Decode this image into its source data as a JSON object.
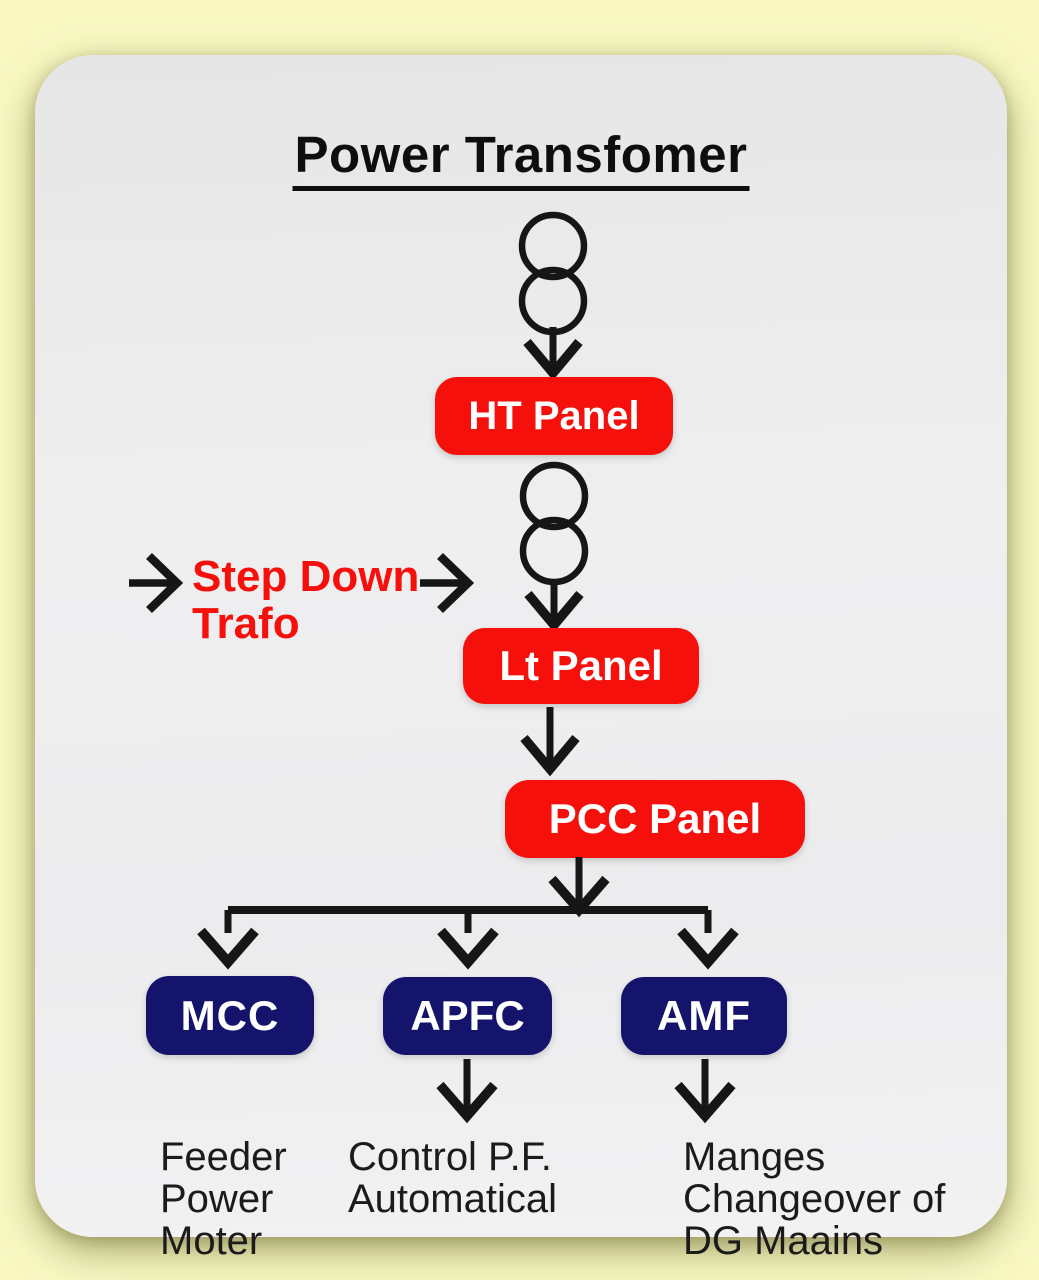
{
  "title": "Power Transfomer",
  "nodes": {
    "ht_panel": {
      "label": "HT Panel"
    },
    "lt_panel": {
      "label": "Lt Panel"
    },
    "pcc_panel": {
      "label": "PCC Panel"
    },
    "mcc": {
      "label": "MCC",
      "description": [
        "Feeder",
        "Power",
        "Moter"
      ]
    },
    "apfc": {
      "label": "APFC",
      "description": [
        "Control P.F.",
        "Automatical"
      ]
    },
    "amf": {
      "label": "AMF",
      "description": [
        "Manges",
        "Changeover of",
        "DG Maains"
      ]
    }
  },
  "annotations": {
    "step_down": {
      "line1": "Step Down",
      "line2": "Trafo"
    }
  },
  "icons": [
    "transformer-symbol-icon",
    "arrow-down-icon",
    "arrow-right-icon",
    "branch-connector"
  ],
  "colors": {
    "page_background": "#F9F8C3",
    "card_background": "#EDEDEF",
    "panel_red": "#F5100B",
    "panel_navy": "#14146C",
    "line_black": "#161616",
    "step_down_text": "#F5100B",
    "description_text": "#1B1B1B"
  }
}
